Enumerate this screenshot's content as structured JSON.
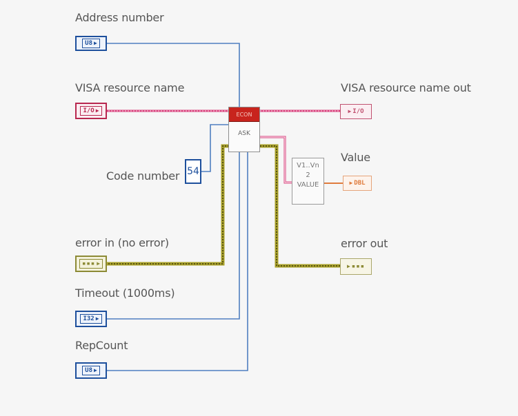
{
  "inputs": {
    "address_number": {
      "label": "Address number",
      "type": "U8"
    },
    "visa_resource_name": {
      "label": "VISA resource name",
      "type": "I/O"
    },
    "code_number": {
      "label": "Code number",
      "value": "54"
    },
    "error_in": {
      "label": "error in (no error)"
    },
    "timeout": {
      "label": "Timeout (1000ms)",
      "type": "I32"
    },
    "rep_count": {
      "label": "RepCount",
      "type": "U8"
    }
  },
  "outputs": {
    "visa_resource_name_out": {
      "label": "VISA resource name out",
      "type": "I/O"
    },
    "value": {
      "label": "Value",
      "type": "DBL"
    },
    "error_out": {
      "label": "error out"
    }
  },
  "subvi": {
    "header": "ECON",
    "body": "ASK"
  },
  "index_function": {
    "line1": "V1..Vn",
    "line2": "2",
    "line3": "VALUE"
  },
  "colors": {
    "numeric_wire": "#4f7fc0",
    "visa_wire": "#d8407c",
    "error_wire": "#a8a02a",
    "subvi_header": "#c8241d",
    "dbl": "#e07b3c"
  }
}
